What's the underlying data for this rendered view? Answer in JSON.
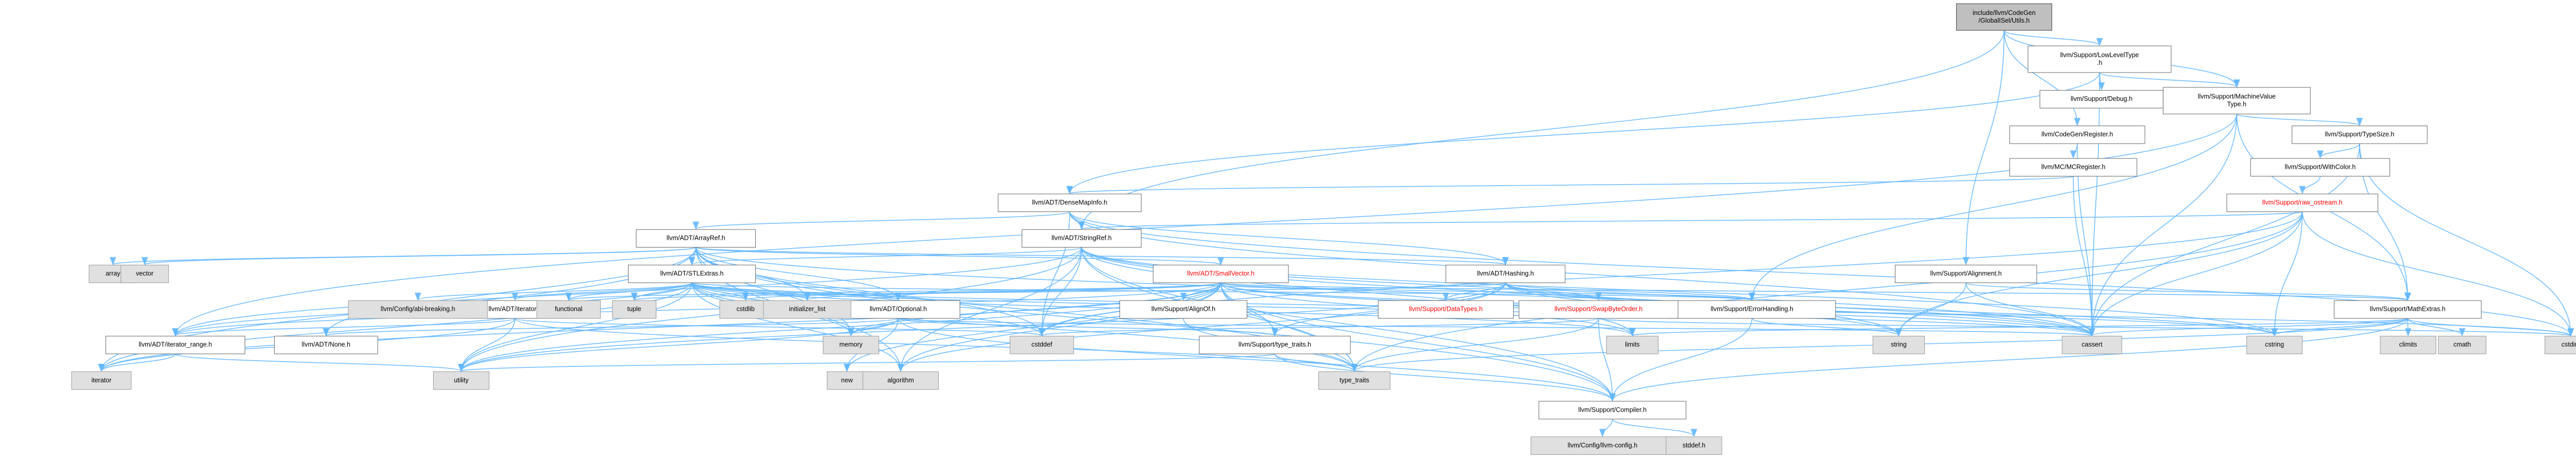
{
  "graph": {
    "nodes": [
      {
        "id": "root",
        "label": "include/llvm/CodeGen\n/GlobalISel/Utils.h",
        "kind": "root"
      },
      {
        "id": "lowlevel",
        "label": "llvm/Support/LowLevelType\n.h",
        "kind": "normal"
      },
      {
        "id": "debug",
        "label": "llvm/Support/Debug.h",
        "kind": "normal"
      },
      {
        "id": "machinevaluetype",
        "label": "llvm/Support/MachineValue\nType.h",
        "kind": "normal"
      },
      {
        "id": "register",
        "label": "llvm/CodeGen/Register.h",
        "kind": "normal"
      },
      {
        "id": "mcregister",
        "label": "llvm/MC/MCRegister.h",
        "kind": "normal"
      },
      {
        "id": "typesize",
        "label": "llvm/Support/TypeSize.h",
        "kind": "normal"
      },
      {
        "id": "withcolor",
        "label": "llvm/Support/WithColor.h",
        "kind": "normal"
      },
      {
        "id": "rawostream",
        "label": "llvm/Support/raw_ostream.h",
        "kind": "red"
      },
      {
        "id": "densemapinfo",
        "label": "llvm/ADT/DenseMapInfo.h",
        "kind": "normal"
      },
      {
        "id": "arrayref",
        "label": "llvm/ADT/ArrayRef.h",
        "kind": "normal"
      },
      {
        "id": "stringref",
        "label": "llvm/ADT/StringRef.h",
        "kind": "normal"
      },
      {
        "id": "stlextras",
        "label": "llvm/ADT/STLExtras.h",
        "kind": "normal"
      },
      {
        "id": "smallvector",
        "label": "llvm/ADT/SmallVector.h",
        "kind": "red"
      },
      {
        "id": "hashing",
        "label": "llvm/ADT/Hashing.h",
        "kind": "normal"
      },
      {
        "id": "alignment",
        "label": "llvm/Support/Alignment.h",
        "kind": "normal"
      },
      {
        "id": "mathextras",
        "label": "llvm/Support/MathExtras.h",
        "kind": "normal"
      },
      {
        "id": "errorhandling",
        "label": "llvm/Support/ErrorHandling.h",
        "kind": "normal"
      },
      {
        "id": "swapbyteorder",
        "label": "llvm/Support/SwapByteOrder.h",
        "kind": "red"
      },
      {
        "id": "datatypes",
        "label": "llvm/Support/DataTypes.h",
        "kind": "red"
      },
      {
        "id": "alignof",
        "label": "llvm/Support/AlignOf.h",
        "kind": "normal"
      },
      {
        "id": "typetraits",
        "label": "llvm/Support/type_traits.h",
        "kind": "normal"
      },
      {
        "id": "optional",
        "label": "llvm/ADT/Optional.h",
        "kind": "normal"
      },
      {
        "id": "iteratorh",
        "label": "llvm/ADT/iterator.h",
        "kind": "normal"
      },
      {
        "id": "iteratorrange",
        "label": "llvm/ADT/iterator_range.h",
        "kind": "normal"
      },
      {
        "id": "none",
        "label": "llvm/ADT/None.h",
        "kind": "normal"
      },
      {
        "id": "abibreaking",
        "label": "llvm/Config/abi-breaking.h",
        "kind": "missing"
      },
      {
        "id": "compiler",
        "label": "llvm/Support/Compiler.h",
        "kind": "normal"
      },
      {
        "id": "llvmconfig",
        "label": "llvm/Config/llvm-config.h",
        "kind": "missing"
      },
      {
        "id": "stddef",
        "label": "stddef.h",
        "kind": "missing"
      },
      {
        "id": "array",
        "label": "array",
        "kind": "missing"
      },
      {
        "id": "vector",
        "label": "vector",
        "kind": "missing"
      },
      {
        "id": "functional",
        "label": "functional",
        "kind": "missing"
      },
      {
        "id": "tuple",
        "label": "tuple",
        "kind": "missing"
      },
      {
        "id": "cstdlib",
        "label": "cstdlib",
        "kind": "missing"
      },
      {
        "id": "initlist",
        "label": "initializer_list",
        "kind": "missing"
      },
      {
        "id": "memory",
        "label": "memory",
        "kind": "missing"
      },
      {
        "id": "newh",
        "label": "new",
        "kind": "missing"
      },
      {
        "id": "algorithm",
        "label": "algorithm",
        "kind": "missing"
      },
      {
        "id": "cstddef",
        "label": "cstddef",
        "kind": "missing"
      },
      {
        "id": "limits",
        "label": "limits",
        "kind": "missing"
      },
      {
        "id": "string",
        "label": "string",
        "kind": "missing"
      },
      {
        "id": "cassert",
        "label": "cassert",
        "kind": "missing"
      },
      {
        "id": "cstring",
        "label": "cstring",
        "kind": "missing"
      },
      {
        "id": "climits",
        "label": "climits",
        "kind": "missing"
      },
      {
        "id": "cmath",
        "label": "cmath",
        "kind": "missing"
      },
      {
        "id": "cstdint",
        "label": "cstdint",
        "kind": "missing"
      },
      {
        "id": "iteratorstd",
        "label": "iterator",
        "kind": "missing"
      },
      {
        "id": "utility",
        "label": "utility",
        "kind": "missing"
      },
      {
        "id": "typetraitsstd",
        "label": "type_traits",
        "kind": "missing"
      }
    ],
    "edges": [
      [
        "root",
        "lowlevel"
      ],
      [
        "root",
        "machinevaluetype"
      ],
      [
        "root",
        "register"
      ],
      [
        "root",
        "stringref"
      ],
      [
        "root",
        "alignment"
      ],
      [
        "lowlevel",
        "debug"
      ],
      [
        "lowlevel",
        "machinevaluetype"
      ],
      [
        "lowlevel",
        "cassert"
      ],
      [
        "lowlevel",
        "densemapinfo"
      ],
      [
        "machinevaluetype",
        "typesize"
      ],
      [
        "machinevaluetype",
        "errorhandling"
      ],
      [
        "machinevaluetype",
        "mathextras"
      ],
      [
        "machinevaluetype",
        "cassert"
      ],
      [
        "machinevaluetype",
        "iteratorrange"
      ],
      [
        "register",
        "mcregister"
      ],
      [
        "register",
        "cassert"
      ],
      [
        "mcregister",
        "densemapinfo"
      ],
      [
        "mcregister",
        "cassert"
      ],
      [
        "typesize",
        "withcolor"
      ],
      [
        "typesize",
        "mathextras"
      ],
      [
        "typesize",
        "cassert"
      ],
      [
        "typesize",
        "cstdint"
      ],
      [
        "withcolor",
        "rawostream"
      ],
      [
        "rawostream",
        "stringref"
      ],
      [
        "rawostream",
        "cassert"
      ],
      [
        "rawostream",
        "cstddef"
      ],
      [
        "rawostream",
        "cstdint"
      ],
      [
        "rawostream",
        "cstring"
      ],
      [
        "rawostream",
        "string"
      ],
      [
        "rawostream",
        "typetraitsstd"
      ],
      [
        "densemapinfo",
        "arrayref"
      ],
      [
        "densemapinfo",
        "stringref"
      ],
      [
        "densemapinfo",
        "hashing"
      ],
      [
        "densemapinfo",
        "cassert"
      ],
      [
        "densemapinfo",
        "cstddef"
      ],
      [
        "densemapinfo",
        "cstdint"
      ],
      [
        "arrayref",
        "stlextras"
      ],
      [
        "arrayref",
        "smallvector"
      ],
      [
        "arrayref",
        "hashing"
      ],
      [
        "arrayref",
        "none"
      ],
      [
        "arrayref",
        "optional"
      ],
      [
        "arrayref",
        "compiler"
      ],
      [
        "arrayref",
        "algorithm"
      ],
      [
        "arrayref",
        "array"
      ],
      [
        "arrayref",
        "vector"
      ],
      [
        "arrayref",
        "cassert"
      ],
      [
        "arrayref",
        "cstddef"
      ],
      [
        "arrayref",
        "initlist"
      ],
      [
        "arrayref",
        "iteratorstd"
      ],
      [
        "arrayref",
        "memory"
      ],
      [
        "arrayref",
        "typetraitsstd"
      ],
      [
        "stringref",
        "stlextras"
      ],
      [
        "stringref",
        "iteratorrange"
      ],
      [
        "stringref",
        "compiler"
      ],
      [
        "stringref",
        "algorithm"
      ],
      [
        "stringref",
        "cassert"
      ],
      [
        "stringref",
        "cstddef"
      ],
      [
        "stringref",
        "cstring"
      ],
      [
        "stringref",
        "limits"
      ],
      [
        "stringref",
        "string"
      ],
      [
        "stringref",
        "typetraitsstd"
      ],
      [
        "stringref",
        "utility"
      ],
      [
        "stlextras",
        "abibreaking"
      ],
      [
        "stlextras",
        "optional"
      ],
      [
        "stlextras",
        "iteratorh"
      ],
      [
        "stlextras",
        "iteratorrange"
      ],
      [
        "stlextras",
        "errorhandling"
      ],
      [
        "stlextras",
        "algorithm"
      ],
      [
        "stlextras",
        "cassert"
      ],
      [
        "stlextras",
        "cstddef"
      ],
      [
        "stlextras",
        "cstdint"
      ],
      [
        "stlextras",
        "cstdlib"
      ],
      [
        "stlextras",
        "functional"
      ],
      [
        "stlextras",
        "initlist"
      ],
      [
        "stlextras",
        "iteratorstd"
      ],
      [
        "stlextras",
        "limits"
      ],
      [
        "stlextras",
        "memory"
      ],
      [
        "stlextras",
        "tuple"
      ],
      [
        "stlextras",
        "typetraitsstd"
      ],
      [
        "stlextras",
        "utility"
      ],
      [
        "smallvector",
        "iteratorrange"
      ],
      [
        "smallvector",
        "compiler"
      ],
      [
        "smallvector",
        "mathextras"
      ],
      [
        "smallvector",
        "algorithm"
      ],
      [
        "smallvector",
        "cassert"
      ],
      [
        "smallvector",
        "cstddef"
      ],
      [
        "smallvector",
        "cstdlib"
      ],
      [
        "smallvector",
        "cstring"
      ],
      [
        "smallvector",
        "functional"
      ],
      [
        "smallvector",
        "initlist"
      ],
      [
        "smallvector",
        "iteratorstd"
      ],
      [
        "smallvector",
        "limits"
      ],
      [
        "smallvector",
        "memory"
      ],
      [
        "smallvector",
        "newh"
      ],
      [
        "smallvector",
        "typetraitsstd"
      ],
      [
        "smallvector",
        "utility"
      ],
      [
        "smallvector",
        "alignof"
      ],
      [
        "smallvector",
        "errorhandling"
      ],
      [
        "smallvector",
        "typetraits"
      ],
      [
        "hashing",
        "errorhandling"
      ],
      [
        "hashing",
        "datatypes"
      ],
      [
        "hashing",
        "swapbyteorder"
      ],
      [
        "hashing",
        "typetraits"
      ],
      [
        "hashing",
        "algorithm"
      ],
      [
        "hashing",
        "cassert"
      ],
      [
        "hashing",
        "cstring"
      ],
      [
        "hashing",
        "string"
      ],
      [
        "hashing",
        "tuple"
      ],
      [
        "hashing",
        "utility"
      ],
      [
        "alignment",
        "mathextras"
      ],
      [
        "alignment",
        "cassert"
      ],
      [
        "alignment",
        "string"
      ],
      [
        "mathextras",
        "compiler"
      ],
      [
        "mathextras",
        "cassert"
      ],
      [
        "mathextras",
        "climits"
      ],
      [
        "mathextras",
        "cmath"
      ],
      [
        "mathextras",
        "cstdint"
      ],
      [
        "mathextras",
        "cstring"
      ],
      [
        "mathextras",
        "limits"
      ],
      [
        "mathextras",
        "typetraitsstd"
      ],
      [
        "errorhandling",
        "compiler"
      ],
      [
        "errorhandling",
        "string"
      ],
      [
        "swapbyteorder",
        "compiler"
      ],
      [
        "swapbyteorder",
        "cstddef"
      ],
      [
        "swapbyteorder",
        "cstdint"
      ],
      [
        "swapbyteorder",
        "typetraitsstd"
      ],
      [
        "alignof",
        "typetraitsstd"
      ],
      [
        "typetraits",
        "compiler"
      ],
      [
        "typetraits",
        "typetraitsstd"
      ],
      [
        "typetraits",
        "utility"
      ],
      [
        "optional",
        "none"
      ],
      [
        "optional",
        "compiler"
      ],
      [
        "optional",
        "typetraits"
      ],
      [
        "optional",
        "cassert"
      ],
      [
        "optional",
        "memory"
      ],
      [
        "optional",
        "newh"
      ],
      [
        "optional",
        "utility"
      ],
      [
        "iteratorh",
        "iteratorrange"
      ],
      [
        "iteratorh",
        "cstddef"
      ],
      [
        "iteratorh",
        "iteratorstd"
      ],
      [
        "iteratorh",
        "typetraitsstd"
      ],
      [
        "iteratorh",
        "utility"
      ],
      [
        "iteratorrange",
        "iteratorstd"
      ],
      [
        "iteratorrange",
        "utility"
      ],
      [
        "compiler",
        "llvmconfig"
      ],
      [
        "compiler",
        "stddef"
      ]
    ]
  }
}
